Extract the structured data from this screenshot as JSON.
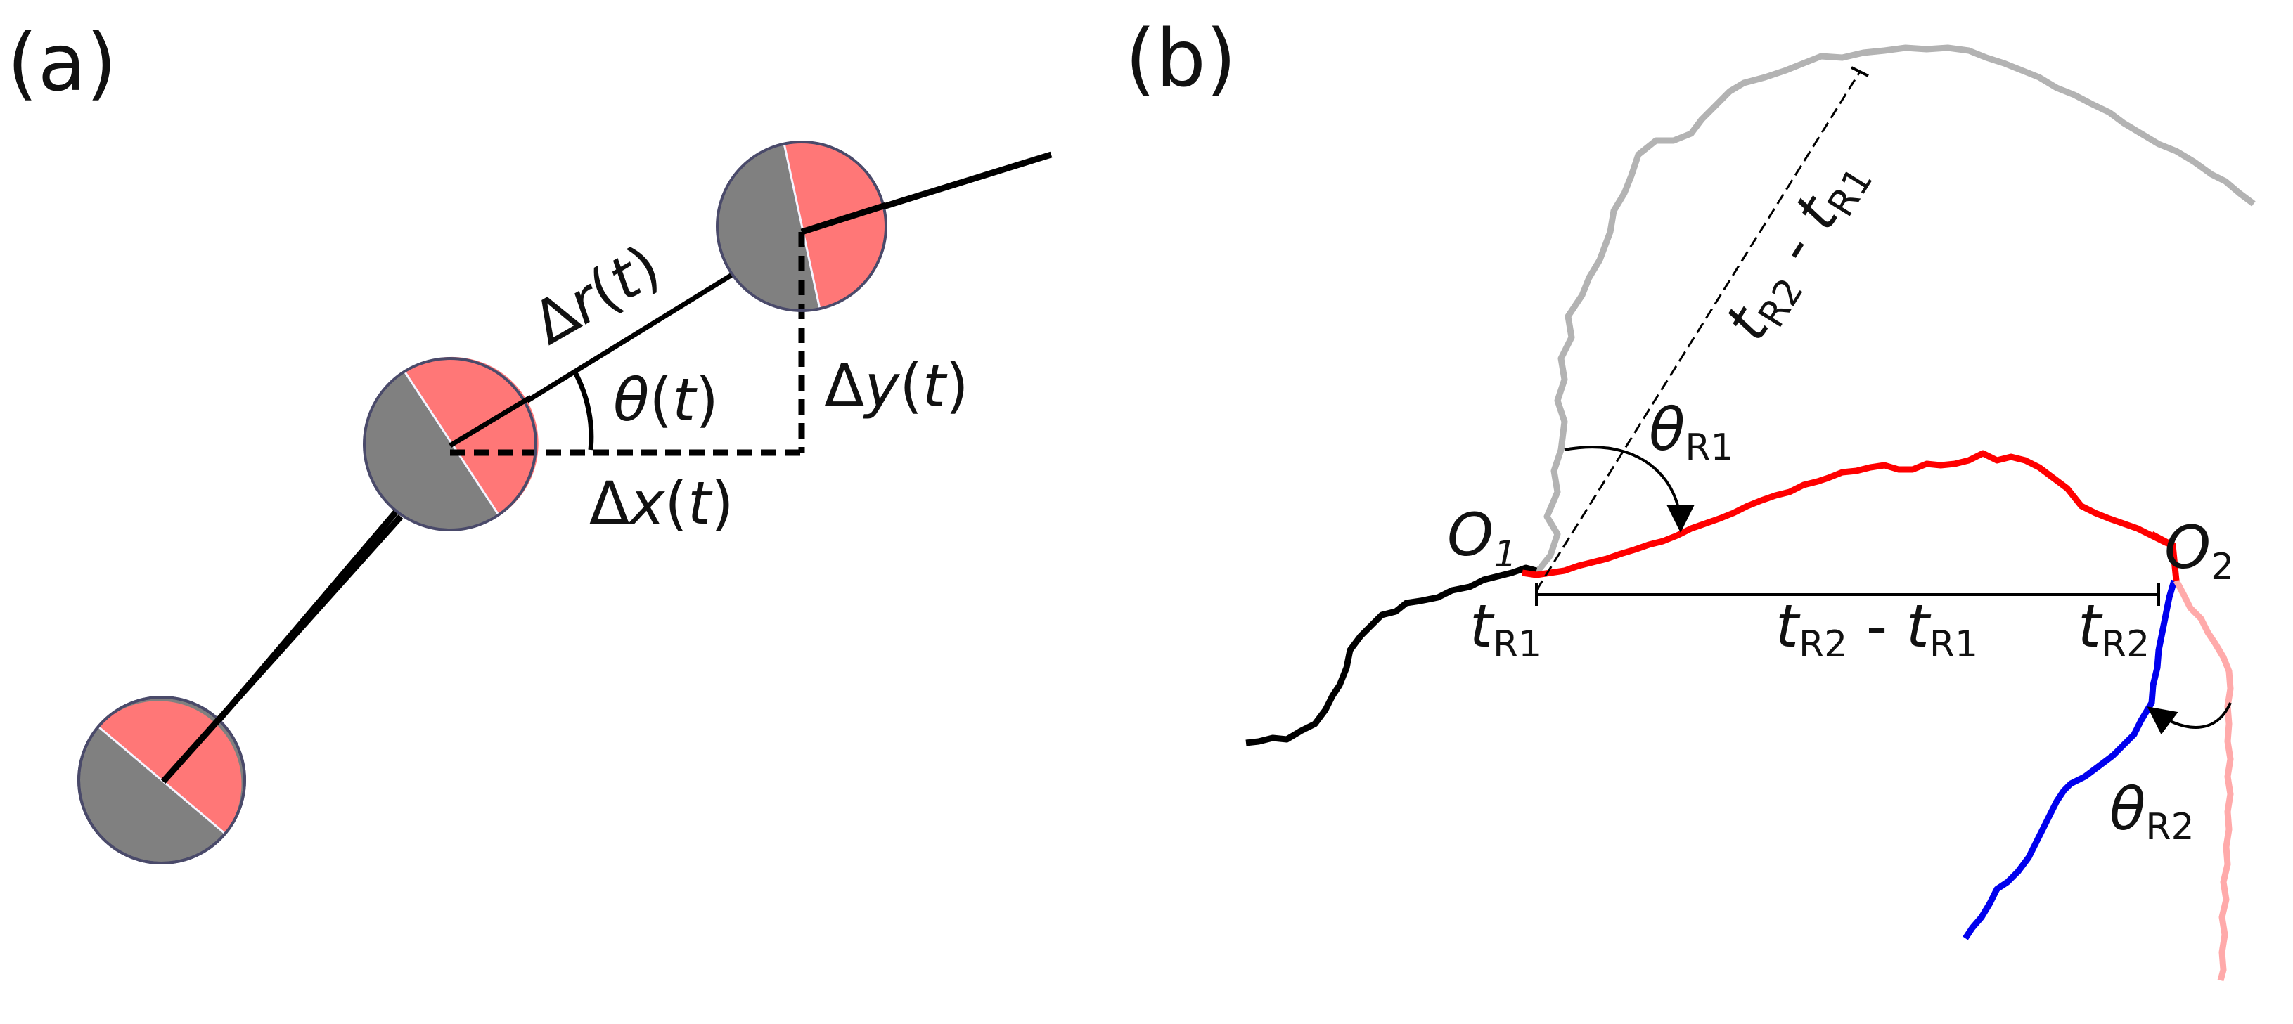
{
  "panel_a": {
    "label": "(a)",
    "delta_r": {
      "prefix": "Δ",
      "var": "r",
      "open": "(",
      "t": "t",
      "close": ")"
    },
    "theta": {
      "var": "θ",
      "open": "(",
      "t": "t",
      "close": ")"
    },
    "delta_x": {
      "prefix": "Δ",
      "var": "x",
      "open": "(",
      "t": "t",
      "close": ")"
    },
    "delta_y": {
      "prefix": "Δ",
      "var": "y",
      "open": "(",
      "t": "t",
      "close": ")"
    }
  },
  "panel_b": {
    "label": "(b)",
    "o1": {
      "var": "O",
      "sub": "1"
    },
    "o2": {
      "var": "O",
      "sub": "2"
    },
    "t_r1": {
      "var": "t",
      "sub": "R1"
    },
    "t_r2": {
      "var": "t",
      "sub": "R2"
    },
    "diff_horizontal": {
      "t1": "t",
      "s1": "R2",
      "minus": " - ",
      "t2": "t",
      "s2": "R1"
    },
    "diff_diagonal": {
      "t1": "t",
      "s1": "R2",
      "minus": " - ",
      "t2": "t",
      "s2": "R1"
    },
    "theta_r1": {
      "var": "θ",
      "sub": "R1"
    },
    "theta_r2": {
      "var": "θ",
      "sub": "R2"
    },
    "colors": {
      "pre_track": "#000000",
      "track_r1": "#ff0000",
      "track_r1_alt": "#b3b3b3",
      "track_r2": "#0000ee",
      "track_r2_alt": "#ffaaaa",
      "cell_dark": "#808080",
      "cell_light": "#ff7777"
    }
  }
}
